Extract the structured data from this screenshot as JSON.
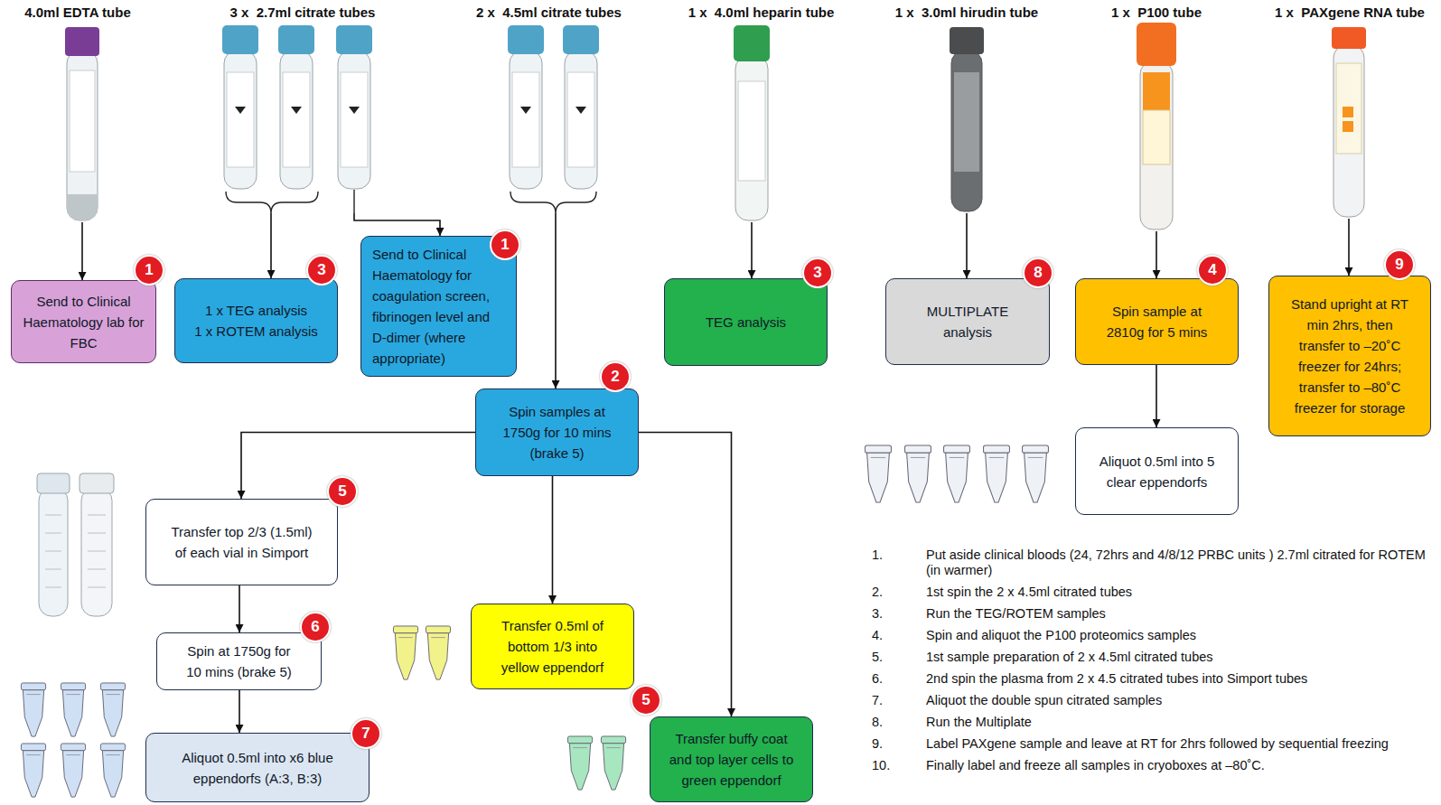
{
  "diagram": {
    "nodes": [
      {
        "text": [
          "4.0ml EDTA tube"
        ]
      },
      {
        "text": [
          "3 x  2.7ml citrate tubes"
        ]
      },
      {
        "text": [
          "2 x  4.5ml citrate tubes"
        ]
      },
      {
        "text": [
          "1 x  4.0ml heparin tube"
        ]
      },
      {
        "text": [
          "1 x  3.0ml hirudin tube"
        ]
      },
      {
        "text": [
          "1 x  P100 tube"
        ]
      },
      {
        "text": [
          "1 x  PAXgene RNA tube"
        ]
      },
      {
        "text": [
          "Send to Clinical Haematology lab for FBC"
        ]
      },
      {
        "text": [
          "1 x TEG analysis",
          "1 x ROTEM analysis"
        ]
      },
      {
        "text": [
          "Send to Clinical Haematology for coagulation screen, fibrinogen level and D-dimer (where appropriate)"
        ]
      },
      {
        "text": [
          "TEG analysis"
        ]
      },
      {
        "text": [
          "MULTIPLATE analysis"
        ]
      },
      {
        "text": [
          "Spin sample at 2810g for 5 mins"
        ]
      },
      {
        "text": [
          "Stand upright at RT min 2hrs, then transfer to –20˚C freezer for 24hrs; transfer to –80˚C freezer for storage"
        ]
      },
      {
        "text": [
          "Spin samples at 1750g for 10 mins (brake 5)"
        ]
      },
      {
        "text": [
          "Aliquot 0.5ml into 5 clear eppendorfs"
        ]
      },
      {
        "text": [
          "Transfer top 2/3 (1.5ml) of each vial in Simport"
        ]
      },
      {
        "text": [
          "Transfer 0.5ml of bottom 1/3 into yellow eppendorf"
        ]
      },
      {
        "text": [
          "Transfer buffy coat and top layer cells to green eppendorf"
        ]
      },
      {
        "text": [
          "Spin at 1750g for 10 mins (brake 5)"
        ]
      },
      {
        "text": [
          "Aliquot 0.5ml into x6 blue eppendorfs (A:3, B:3)"
        ]
      }
    ],
    "edges": [
      {
        "from": 0,
        "to": 7,
        "arrow": "to"
      },
      {
        "from": 1,
        "to": 8,
        "arrow": "to"
      },
      {
        "from": 1,
        "to": 9,
        "arrow": "to"
      },
      {
        "from": 2,
        "to": 14,
        "arrow": "to"
      },
      {
        "from": 3,
        "to": 10,
        "arrow": "to"
      },
      {
        "from": 4,
        "to": 11,
        "arrow": "to"
      },
      {
        "from": 5,
        "to": 12,
        "arrow": "to"
      },
      {
        "from": 6,
        "to": 13,
        "arrow": "to"
      },
      {
        "from": 12,
        "to": 15,
        "arrow": "to"
      },
      {
        "from": 14,
        "to": 16,
        "arrow": "to"
      },
      {
        "from": 14,
        "to": 17,
        "arrow": "to"
      },
      {
        "from": 14,
        "to": 18,
        "arrow": "to"
      },
      {
        "from": 16,
        "to": 19,
        "arrow": "to"
      },
      {
        "from": 19,
        "to": 20,
        "arrow": "to"
      }
    ],
    "labels": [
      "1",
      "3",
      "1",
      "2",
      "3",
      "8",
      "4",
      "9",
      "5",
      "6",
      "7",
      "5",
      "1.",
      "Put aside clinical bloods (24, 72hrs and 4/8/12 PRBC units ) 2.7ml citrated for ROTEM (in warmer)",
      "2.",
      "1st spin the 2 x 4.5ml citrated tubes",
      "3.",
      "Run the TEG/ROTEM samples",
      "4.",
      "Spin and aliquot the P100 proteomics samples",
      "5.",
      "1st sample preparation of 2 x 4.5ml citrated tubes",
      "6.",
      "2nd spin the plasma from 2 x 4.5 citrated tubes into Simport tubes",
      "7.",
      "Aliquot the double spun citrated samples",
      "8.",
      "Run the Multiplate",
      "9.",
      "Label PAXgene sample and leave at RT for 2hrs followed by sequential freezing",
      "10.",
      "Finally label and freeze all samples in cryoboxes at –80˚C."
    ]
  }
}
